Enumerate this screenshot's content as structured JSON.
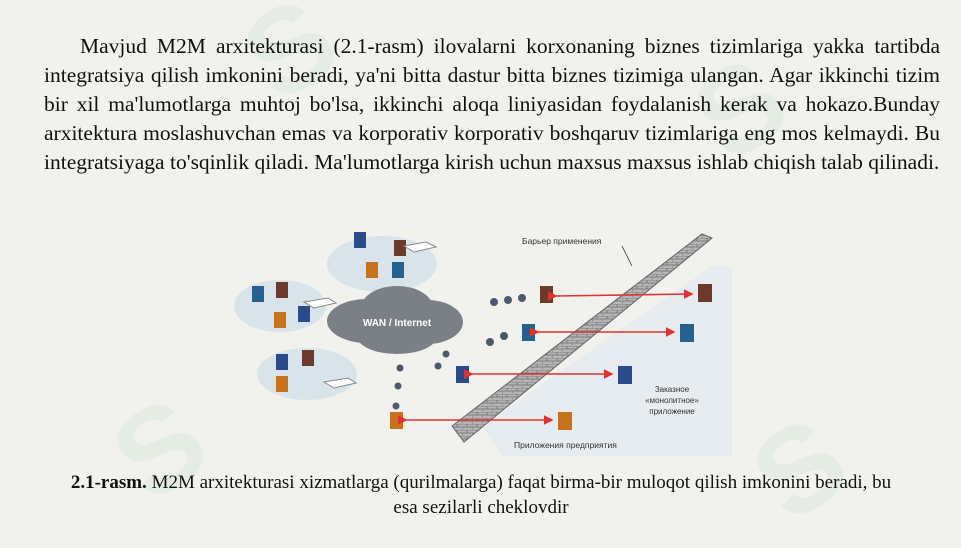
{
  "paragraph": "Mavjud M2M arxitekturasi (2.1-rasm) ilovalarni korxonaning biznes tizimlariga yakka tartibda integratsiya qilish imkonini beradi, ya'ni bitta dastur bitta biznes tizimiga ulangan. Agar ikkinchi tizim bir xil ma'lumotlarga muhtoj bo'lsa, ikkinchi aloqa liniyasidan foydalanish kerak va hokazo.Bunday arxitektura moslashuvchan emas va korporativ korporativ boshqaruv tizimlariga eng mos kelmaydi. Bu integratsiyaga to'sqinlik qiladi. Ma'lumotlarga kirish uchun maxsus maxsus ishlab chiqish talab qilinadi.",
  "figure": {
    "wan_label": "WAN / Internet",
    "barrier_label": "Барьер применения",
    "monolith_line1": "Заказное",
    "monolith_line2": "«монолитное»",
    "monolith_line3": "приложение",
    "enterprise_apps_label": "Приложения предприятия"
  },
  "caption": {
    "number": "2.1-rasm.",
    "text": " M2M arxitekturasi xizmatlarga (qurilmalarga) faqat birma-bir muloqot qilish imkonini beradi, bu esa sezilarli cheklovdir"
  },
  "colors": {
    "arrow": "#d33",
    "cloud": "#7b8087",
    "zone": "#dfe8ee",
    "wall": "#9a9a9a"
  }
}
